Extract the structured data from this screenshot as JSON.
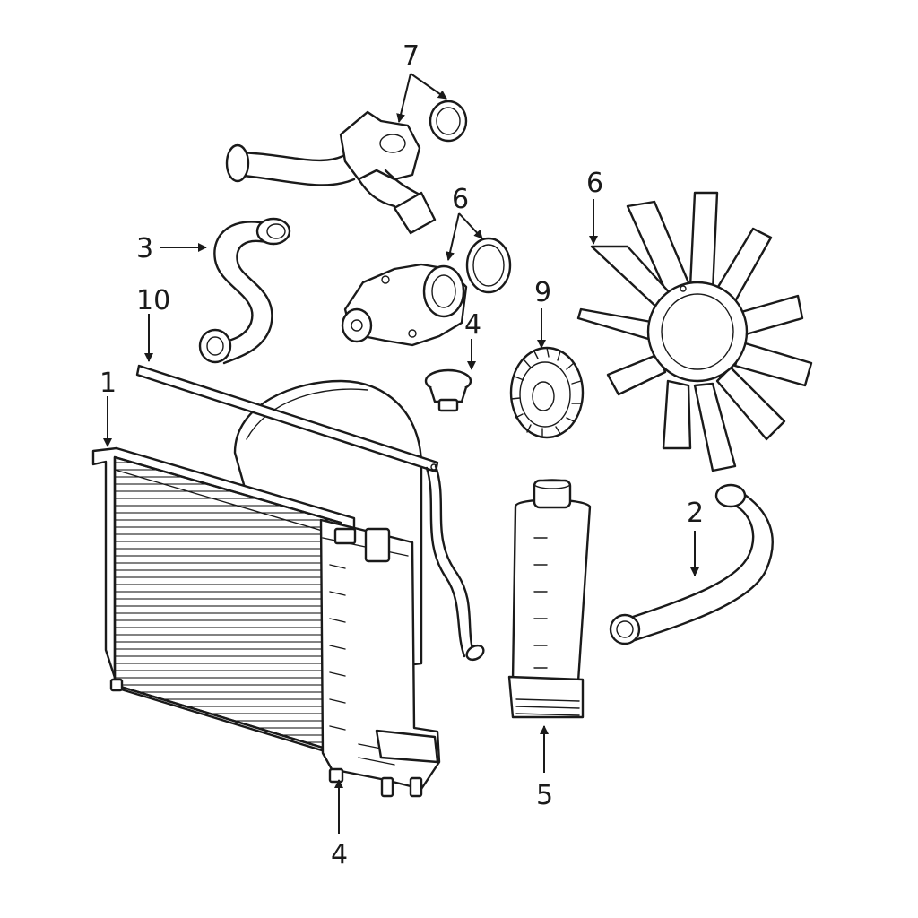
{
  "colors": {
    "line": "#1a1a1a",
    "background": "#ffffff"
  },
  "callouts": {
    "radiator": "1",
    "lower_hose": "2",
    "upper_hose": "3",
    "thermostat": "4",
    "drain_plug": "4",
    "expansion_tank": "5",
    "water_pump": "6",
    "fan": "6",
    "housing": "7",
    "fan_clutch": "9",
    "support_rod": "10"
  }
}
